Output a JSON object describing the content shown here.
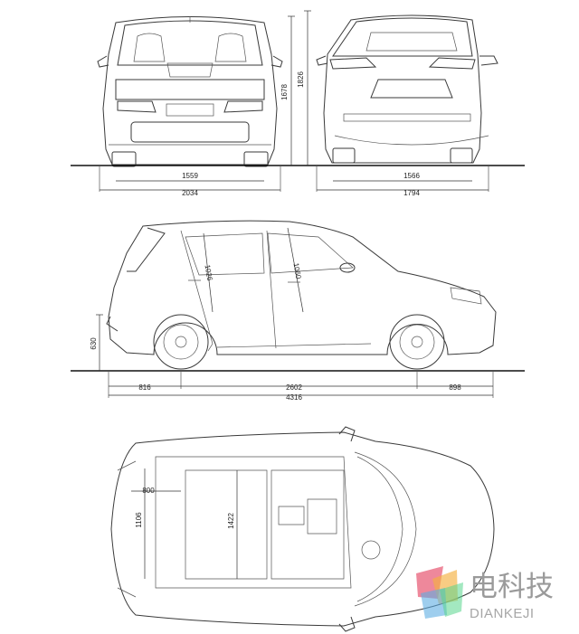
{
  "dimensions": {
    "rear_track": "1559",
    "rear_width": "2034",
    "front_track": "1566",
    "front_width": "1794",
    "height_a": "1678",
    "height_b": "1826",
    "front_overhang": "816",
    "wheelbase": "2602",
    "rear_overhang": "898",
    "overall_length": "4316",
    "ground_clearance": "630",
    "side_a": "1026",
    "side_b": "1060",
    "top_width": "800",
    "top_length_a": "1106",
    "top_length_b": "1422"
  },
  "watermark": {
    "chinese": "电科技",
    "latin": "DIANKEJI",
    "colors": [
      "#e8607a",
      "#f5b041",
      "#5dade2",
      "#58d68d"
    ]
  }
}
